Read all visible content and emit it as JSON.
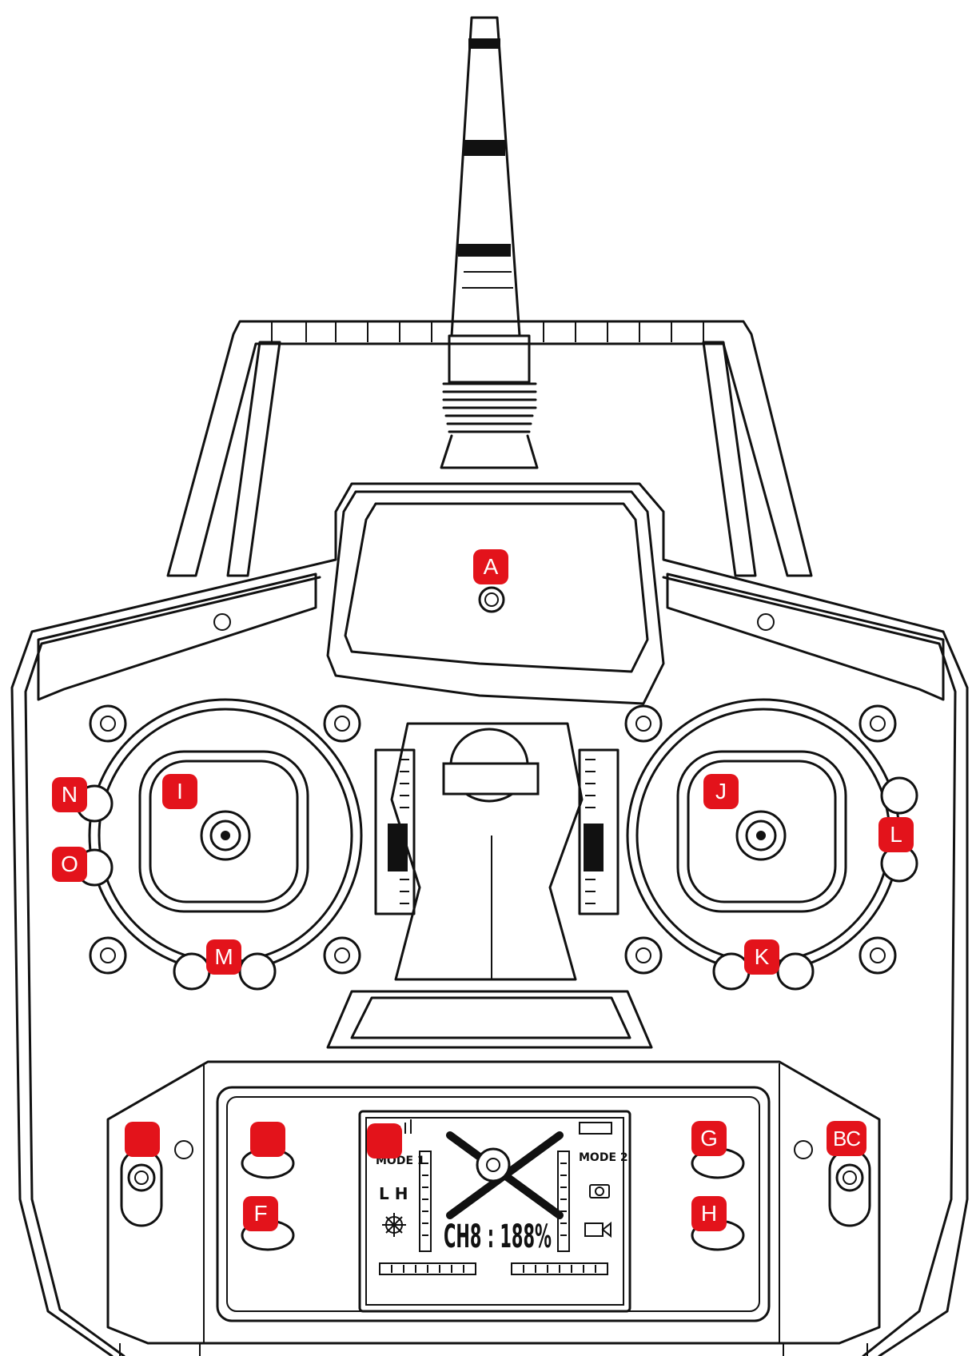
{
  "theme": {
    "marker_color": "#e3131b",
    "line_color": "#111111",
    "background": "#ffffff"
  },
  "markers": {
    "a": "A",
    "b": "",
    "b2": "BC",
    "c": "",
    "d": "",
    "e": "",
    "f": "F",
    "g": "G",
    "h": "H",
    "i": "I",
    "j": "J",
    "k": "K",
    "l": "L",
    "m": "M",
    "n": "N",
    "o": "O"
  },
  "lcd": {
    "mode_left": "MODE 1",
    "mode_right": "MODE 2",
    "rate_label": "L H",
    "channel_readout": "CH8 : 188%"
  },
  "icons": [
    "antenna",
    "joystick-left",
    "joystick-right",
    "trim-slider",
    "power-switch",
    "lcd-screen",
    "drone-icon",
    "camera-icon",
    "video-icon",
    "settings-icon",
    "battery-icon",
    "signal-icon"
  ]
}
